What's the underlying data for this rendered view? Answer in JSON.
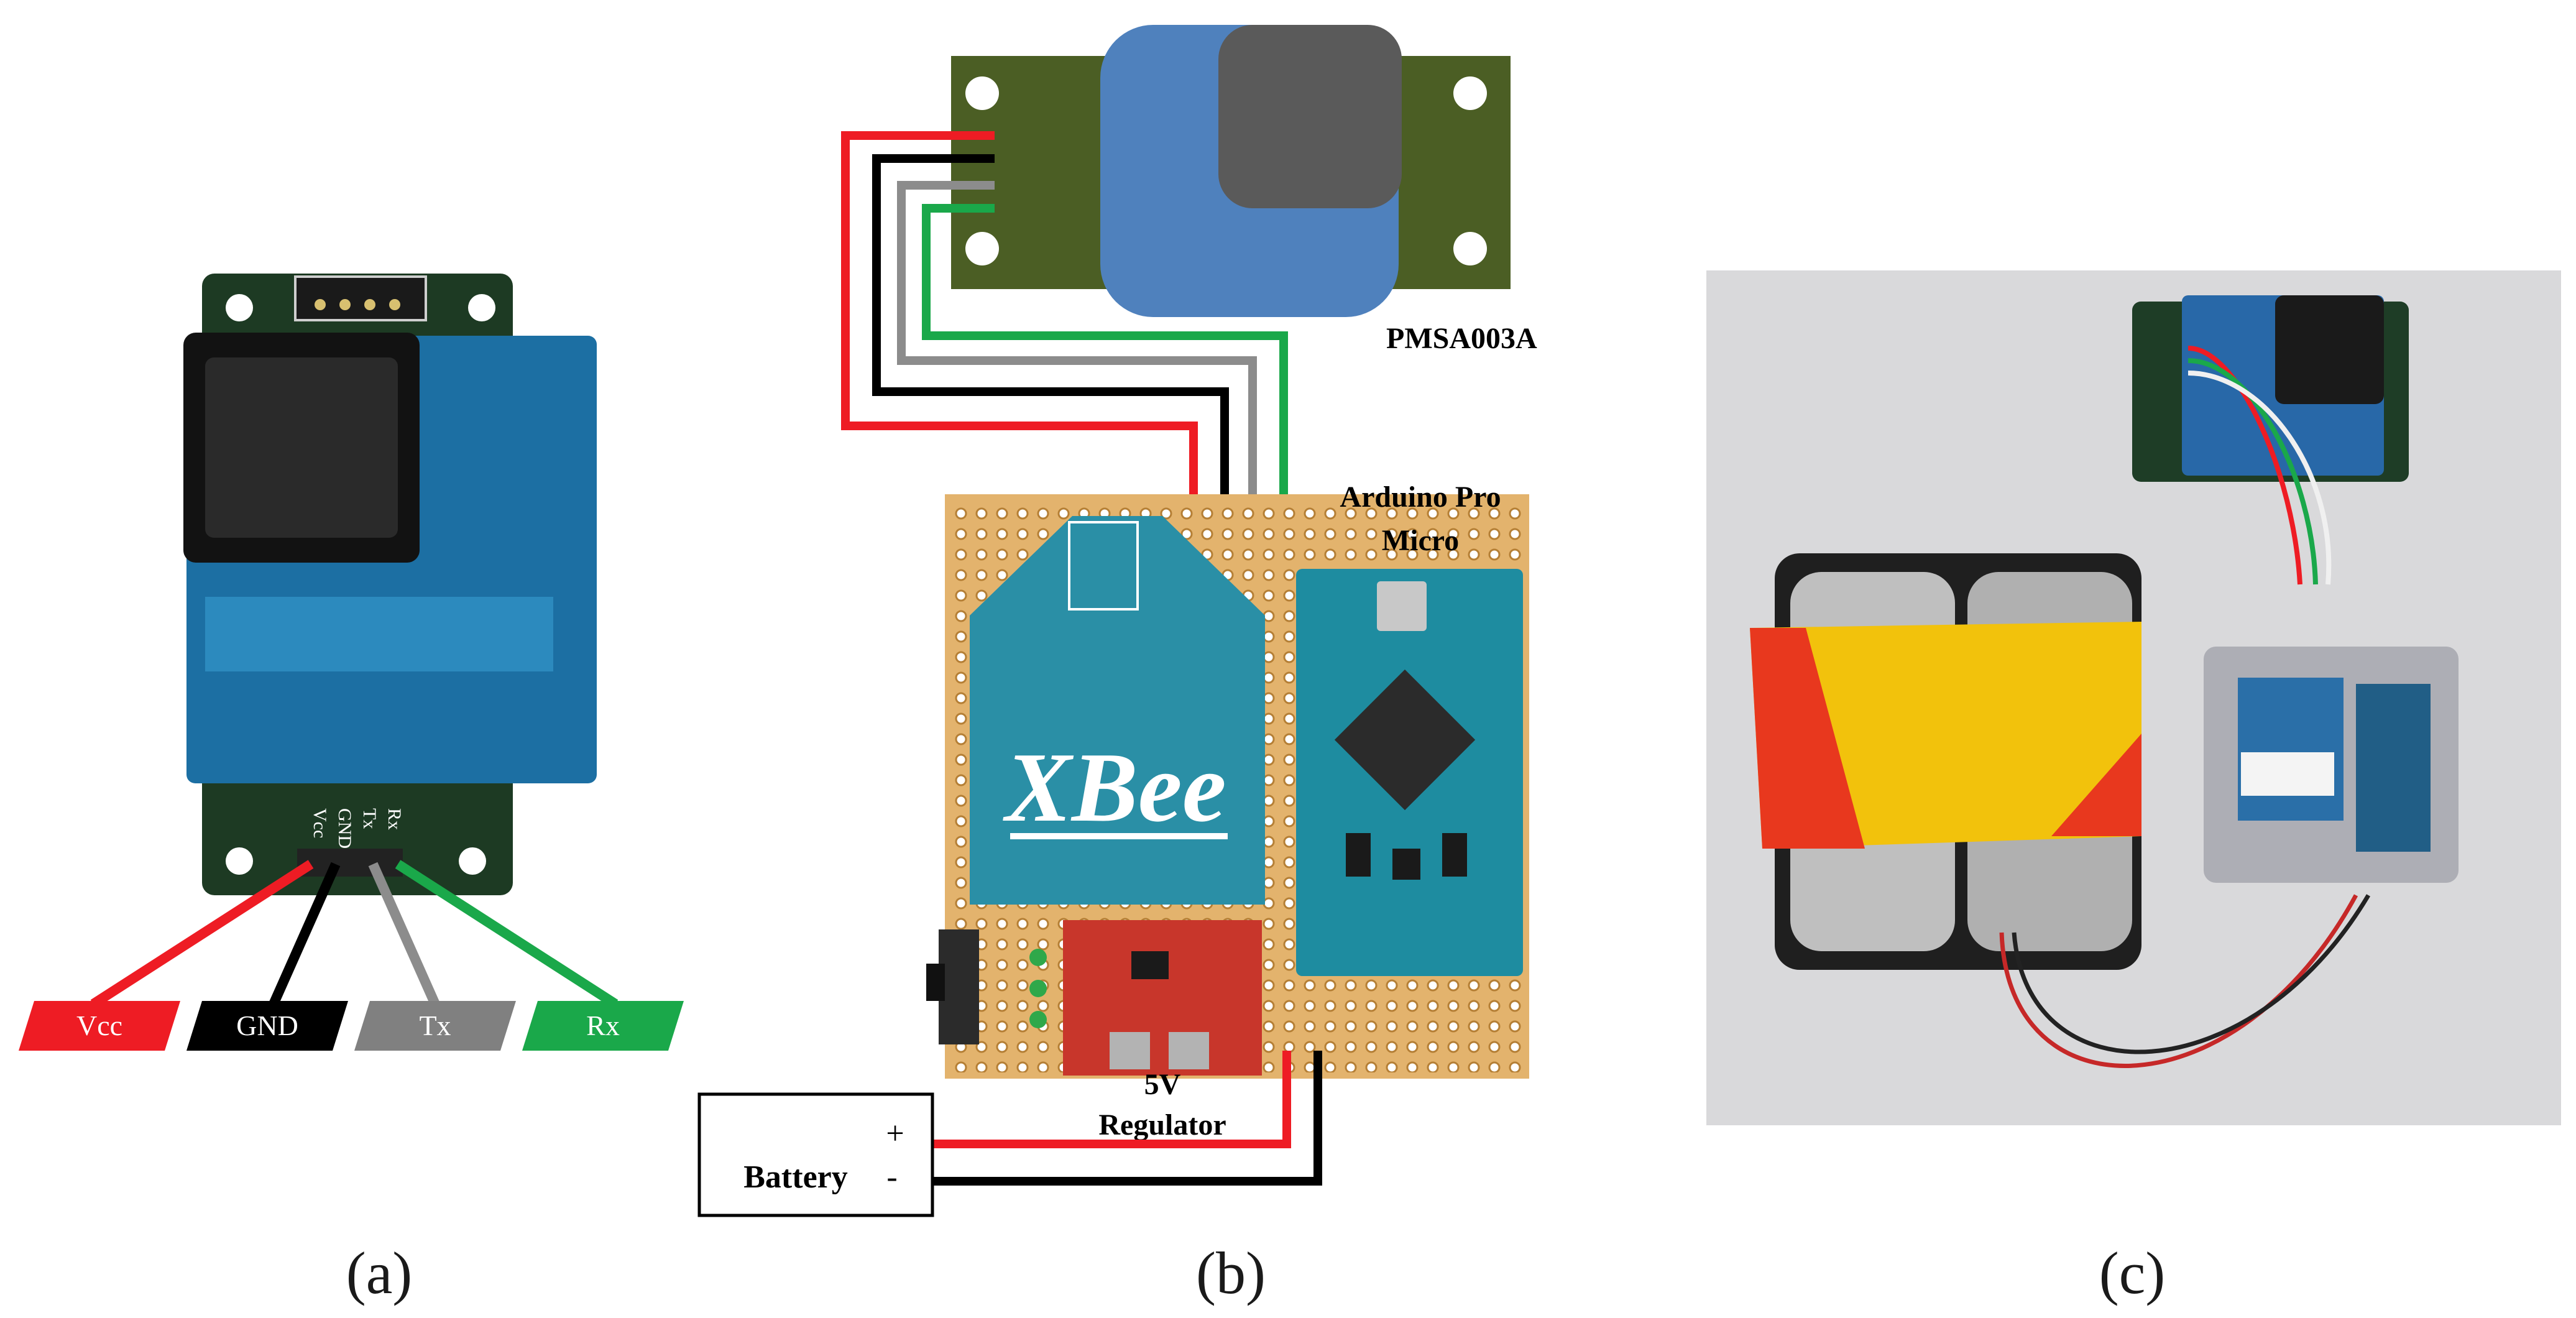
{
  "panel_a": {
    "sensor_pins": [
      "Vcc",
      "GND",
      "Tx",
      "Rx"
    ],
    "wire_labels": [
      {
        "text": "Vcc",
        "color": "#ee1c24"
      },
      {
        "text": "GND",
        "color": "#000000"
      },
      {
        "text": "Tx",
        "color": "#808080"
      },
      {
        "text": "Rx",
        "color": "#1aa84a"
      }
    ],
    "caption": "(a)"
  },
  "panel_b": {
    "sensor_name": "PMSA003A",
    "board_name_line1": "Arduino Pro",
    "board_name_line2": "Micro",
    "radio_logo": "XBee",
    "regulator_line1": "5V",
    "regulator_line2": "Regulator",
    "battery_label": "Battery",
    "battery_plus": "+",
    "battery_minus": "-",
    "caption": "(b)"
  },
  "panel_c": {
    "caption": "(c)"
  },
  "colors": {
    "wire_red": "#ee1c24",
    "wire_black": "#000000",
    "wire_gray": "#8c8c8c",
    "wire_green": "#1aa84a",
    "sensor_blue": "#4f81bd",
    "sensor_pcb": "#4b5e24",
    "protoboard": "#e3b36d",
    "arduino_teal": "#1e8ca0",
    "xbee_teal": "#2a8fa6",
    "regulator_red": "#c8362b"
  }
}
